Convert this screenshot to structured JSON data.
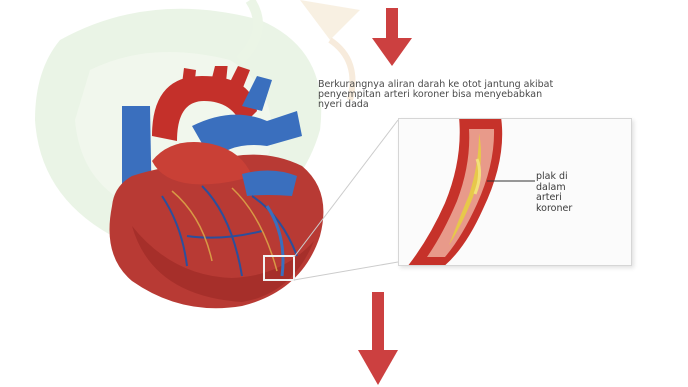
{
  "caption": {
    "lines": [
      "Berkurangnya aliran darah ke otot jantung akibat",
      "penyempitan arteri koroner bisa menyebabkan",
      "nyeri dada"
    ]
  },
  "plaque_label": {
    "lines": [
      "plak di",
      "dalam",
      "arteri",
      "koroner"
    ]
  },
  "colors": {
    "arrow": "#cc4040",
    "artery_red": "#c6322a",
    "vein_blue": "#3a6fbe",
    "plaque_yellow": "#e7c84a",
    "watermark_green": "#cfe6c6"
  },
  "icons": [
    "arrow-down-icon",
    "arrow-down-icon"
  ]
}
